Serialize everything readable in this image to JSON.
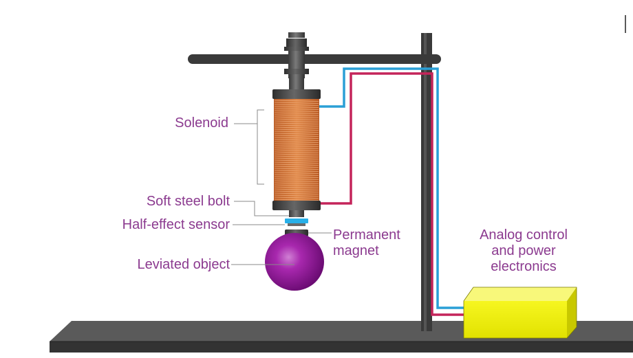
{
  "labels": {
    "solenoid": "Solenoid",
    "soft_steel_bolt": "Soft steel bolt",
    "hall_sensor": "Half-effect sensor",
    "permanent_magnet_line1": "Permanent",
    "permanent_magnet_line2": "magnet",
    "levitated_object": "Leviated object",
    "control_line1": "Analog control",
    "control_line2": "and power",
    "control_line3": "electronics"
  },
  "colors": {
    "label_text": "#8b3a8f",
    "frame": "#3d3d3d",
    "coil": "#d2783c",
    "coil_wire": "#e8a878",
    "bolt": "#4b4b4b",
    "sensor": "#28b0e8",
    "wire_blue": "#2a9fd6",
    "wire_red": "#c4245a",
    "sphere": "#9a1fa0",
    "electronics_box": "#ecec10",
    "leader_line": "#8a8a8a"
  }
}
